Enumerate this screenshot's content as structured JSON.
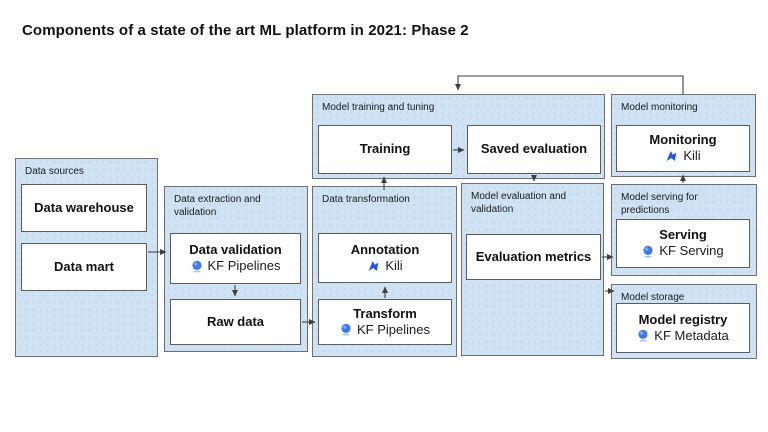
{
  "title": "Components of a state of the art ML platform in 2021: Phase 2",
  "colors": {
    "container_fill": "#cfe2f3",
    "container_border": "#6f6f6f",
    "box_border": "#5c5c5c",
    "arrow": "#3f3f3f",
    "kili_blue": "#2257e0",
    "kubeflow_blue": "#4178e3",
    "kubeflow_light_blue": "#9fc5f8"
  },
  "containers": {
    "data_sources": {
      "label": "Data sources"
    },
    "data_extraction": {
      "label": "Data extraction and validation"
    },
    "data_transformation": {
      "label": "Data transformation"
    },
    "model_training": {
      "label": "Model training and tuning"
    },
    "model_evaluation": {
      "label": "Model evaluation and validation"
    },
    "model_monitoring": {
      "label": "Model monitoring"
    },
    "model_serving": {
      "label": "Model serving for predictions"
    },
    "model_storage": {
      "label": "Model storage"
    }
  },
  "boxes": {
    "data_warehouse": {
      "title": "Data warehouse"
    },
    "data_mart": {
      "title": "Data mart"
    },
    "data_validation": {
      "title": "Data validation",
      "tool": "KF Pipelines",
      "icon": "kubeflow-pipelines-icon"
    },
    "raw_data": {
      "title": "Raw data"
    },
    "annotation": {
      "title": "Annotation",
      "tool": "Kili",
      "icon": "kili-icon"
    },
    "transform": {
      "title": "Transform",
      "tool": "KF Pipelines",
      "icon": "kubeflow-pipelines-icon"
    },
    "training": {
      "title": "Training"
    },
    "saved_evaluation": {
      "title": "Saved evaluation"
    },
    "monitoring": {
      "title": "Monitoring",
      "tool": "Kili",
      "icon": "kili-icon"
    },
    "evaluation_metrics": {
      "title": "Evaluation metrics"
    },
    "serving": {
      "title": "Serving",
      "tool": "KF Serving",
      "icon": "kubeflow-pipelines-icon"
    },
    "model_registry": {
      "title": "Model registry",
      "tool": "KF Metadata",
      "icon": "kubeflow-pipelines-icon"
    }
  },
  "edges": [
    {
      "from": "data-mart",
      "to": "data-validation"
    },
    {
      "from": "data-validation",
      "to": "raw-data"
    },
    {
      "from": "raw-data",
      "to": "transform"
    },
    {
      "from": "transform",
      "to": "annotation"
    },
    {
      "from": "annotation",
      "to": "training"
    },
    {
      "from": "training",
      "to": "saved-evaluation"
    },
    {
      "from": "saved-evaluation",
      "to": "container-model-evaluation"
    },
    {
      "from": "evaluation-metrics",
      "to": "serving"
    },
    {
      "from": "container-model-evaluation",
      "to": "container-model-storage"
    },
    {
      "from": "container-model-serving",
      "to": "monitoring"
    },
    {
      "from": "container-model-monitoring",
      "to": "container-model-training"
    }
  ]
}
